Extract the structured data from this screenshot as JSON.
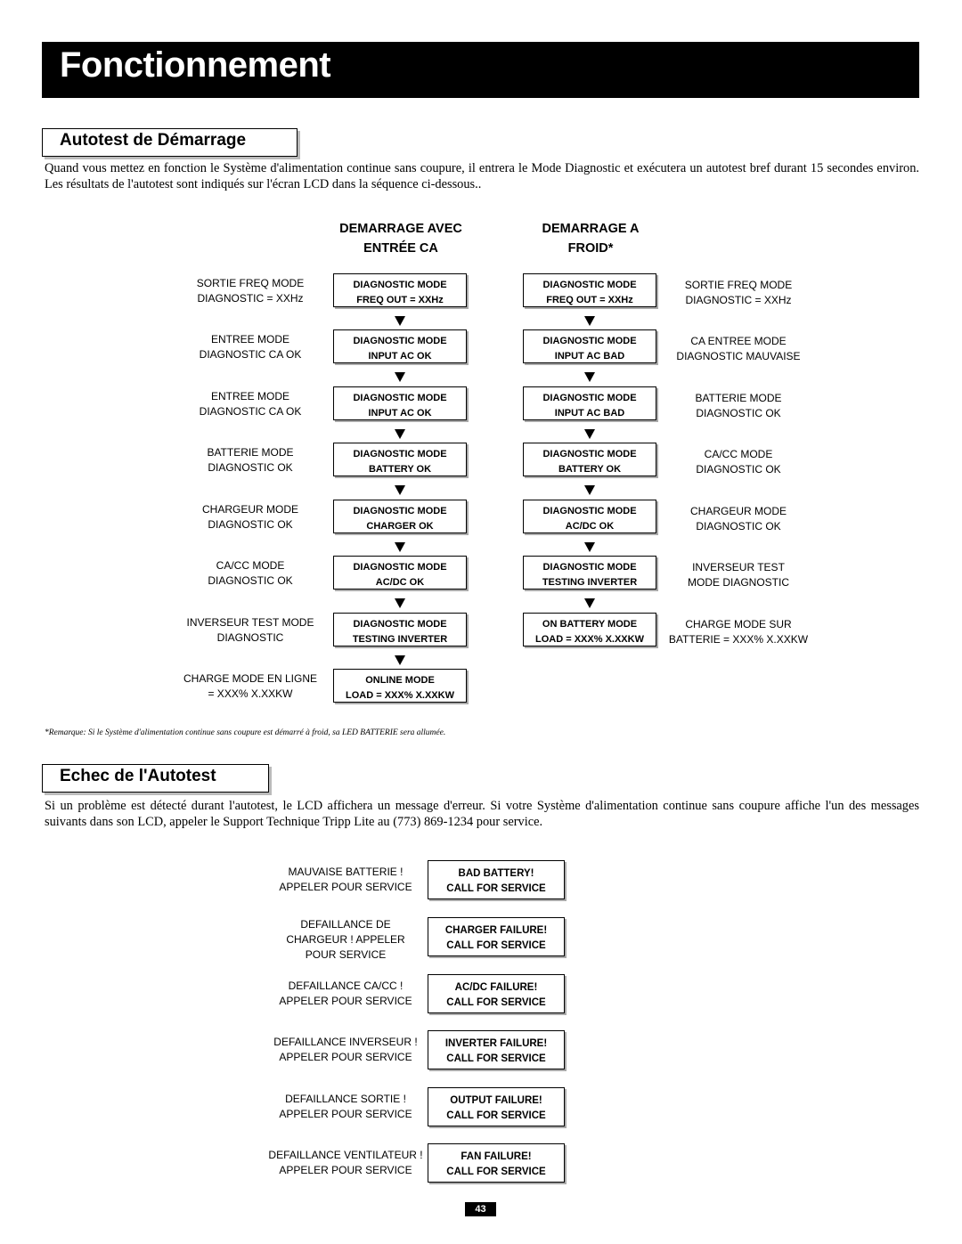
{
  "title": "Fonctionnement",
  "section1": {
    "heading": "Autotest de Démarrage",
    "paragraph": "Quand vous mettez en fonction le Système d'alimentation continue sans coupure, il entrera le Mode Diagnostic et exécutera un autotest bref durant 15 secondes environ. Les résultats de l'autotest sont indiqués sur l'écran LCD dans la séquence ci-dessous..",
    "left_column": {
      "heading_line1": "DEMARRAGE AVEC",
      "heading_line2": "ENTRÉE CA",
      "steps": [
        {
          "label1": "SORTIE FREQ MODE",
          "label2": "DIAGNOSTIC = XXHz",
          "lcd1": "DIAGNOSTIC MODE",
          "lcd2": "FREQ OUT = XXHz"
        },
        {
          "label1": "ENTREE MODE",
          "label2": "DIAGNOSTIC CA OK",
          "lcd1": "DIAGNOSTIC MODE",
          "lcd2": "INPUT AC OK"
        },
        {
          "label1": "ENTREE MODE",
          "label2": "DIAGNOSTIC CA OK",
          "lcd1": "DIAGNOSTIC MODE",
          "lcd2": "INPUT AC OK"
        },
        {
          "label1": "BATTERIE MODE",
          "label2": "DIAGNOSTIC OK",
          "lcd1": "DIAGNOSTIC MODE",
          "lcd2": "BATTERY OK"
        },
        {
          "label1": "CHARGEUR MODE",
          "label2": "DIAGNOSTIC OK",
          "lcd1": "DIAGNOSTIC MODE",
          "lcd2": "CHARGER OK"
        },
        {
          "label1": "CA/CC MODE",
          "label2": "DIAGNOSTIC OK",
          "lcd1": "DIAGNOSTIC MODE",
          "lcd2": "AC/DC OK"
        },
        {
          "label1": "INVERSEUR TEST MODE",
          "label2": "DIAGNOSTIC",
          "lcd1": "DIAGNOSTIC MODE",
          "lcd2": "TESTING INVERTER"
        },
        {
          "label1": "CHARGE MODE EN LIGNE",
          "label2": "= XXX% X.XXKW",
          "lcd1": "ONLINE MODE",
          "lcd2": "LOAD = XXX% X.XXKW"
        }
      ]
    },
    "right_column": {
      "heading_line1": "DEMARRAGE A",
      "heading_line2": "FROID*",
      "steps": [
        {
          "label1": "SORTIE FREQ MODE",
          "label2": "DIAGNOSTIC = XXHz",
          "lcd1": "DIAGNOSTIC MODE",
          "lcd2": "FREQ OUT = XXHz"
        },
        {
          "label1": "CA ENTREE MODE",
          "label2": "DIAGNOSTIC MAUVAISE",
          "lcd1": "DIAGNOSTIC MODE",
          "lcd2": "INPUT AC BAD"
        },
        {
          "label1": "BATTERIE MODE",
          "label2": "DIAGNOSTIC OK",
          "lcd1": "DIAGNOSTIC MODE",
          "lcd2": "INPUT AC BAD"
        },
        {
          "label1": "CA/CC MODE",
          "label2": "DIAGNOSTIC OK",
          "lcd1": "DIAGNOSTIC MODE",
          "lcd2": "BATTERY OK"
        },
        {
          "label1": "CHARGEUR MODE",
          "label2": "DIAGNOSTIC OK",
          "lcd1": "DIAGNOSTIC MODE",
          "lcd2": "AC/DC OK"
        },
        {
          "label1": "INVERSEUR TEST",
          "label2": "MODE DIAGNOSTIC",
          "lcd1": "DIAGNOSTIC MODE",
          "lcd2": "TESTING INVERTER"
        },
        {
          "label1": "CHARGE MODE SUR",
          "label2": "BATTERIE = XXX% X.XXKW",
          "lcd1": "ON BATTERY MODE",
          "lcd2": "LOAD = XXX% X.XXKW"
        }
      ]
    },
    "note": "*Remarque: Si le Système d'alimentation continue sans coupure est démarré à froid, sa LED BATTERIE sera allumée."
  },
  "section2": {
    "heading": "Echec de l'Autotest",
    "paragraph": "Si un problème est détecté durant l'autotest, le LCD affichera un message d'erreur. Si votre Système d'alimentation continue sans coupure affiche l'un des messages suivants dans son LCD, appeler le Support Technique Tripp Lite au  (773) 869-1234 pour service.",
    "errors": [
      {
        "label": [
          "MAUVAISE BATTERIE !",
          "APPELER POUR SERVICE"
        ],
        "lcd1": "BAD BATTERY!",
        "lcd2": "CALL FOR SERVICE"
      },
      {
        "label": [
          "DEFAILLANCE DE",
          "CHARGEUR ! APPELER",
          "POUR SERVICE"
        ],
        "lcd1": "CHARGER FAILURE!",
        "lcd2": "CALL FOR SERVICE"
      },
      {
        "label": [
          "DEFAILLANCE CA/CC !",
          "APPELER POUR SERVICE"
        ],
        "lcd1": "AC/DC FAILURE!",
        "lcd2": "CALL FOR SERVICE"
      },
      {
        "label": [
          "DEFAILLANCE INVERSEUR !",
          "APPELER POUR SERVICE"
        ],
        "lcd1": "INVERTER FAILURE!",
        "lcd2": "CALL FOR SERVICE"
      },
      {
        "label": [
          "DEFAILLANCE SORTIE !",
          "APPELER POUR SERVICE"
        ],
        "lcd1": "OUTPUT FAILURE!",
        "lcd2": "CALL FOR SERVICE"
      },
      {
        "label": [
          "DEFAILLANCE VENTILATEUR !",
          "APPELER POUR SERVICE"
        ],
        "lcd1": "FAN FAILURE!",
        "lcd2": "CALL FOR SERVICE"
      }
    ]
  },
  "page_number": "43"
}
